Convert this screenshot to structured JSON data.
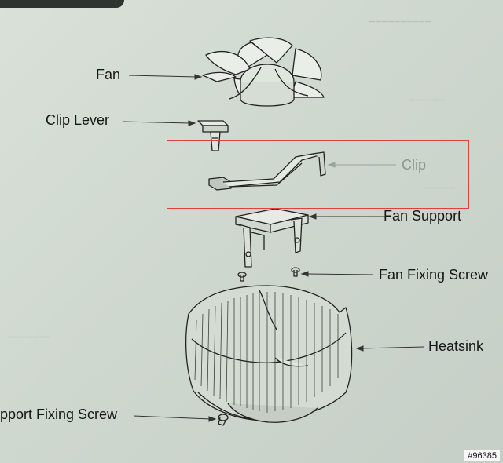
{
  "labels": {
    "fan": "Fan",
    "clip_lever": "Clip Lever",
    "clip": "Clip",
    "fan_support": "Fan Support",
    "fan_fixing_screw": "Fan Fixing Screw",
    "heatsink": "Heatsink",
    "support_fixing_screw": "pport Fixing Screw"
  },
  "watermark": "#96385",
  "colors": {
    "highlight": "#e0403f",
    "ink": "#151815",
    "paper": "#d3dbd2"
  }
}
